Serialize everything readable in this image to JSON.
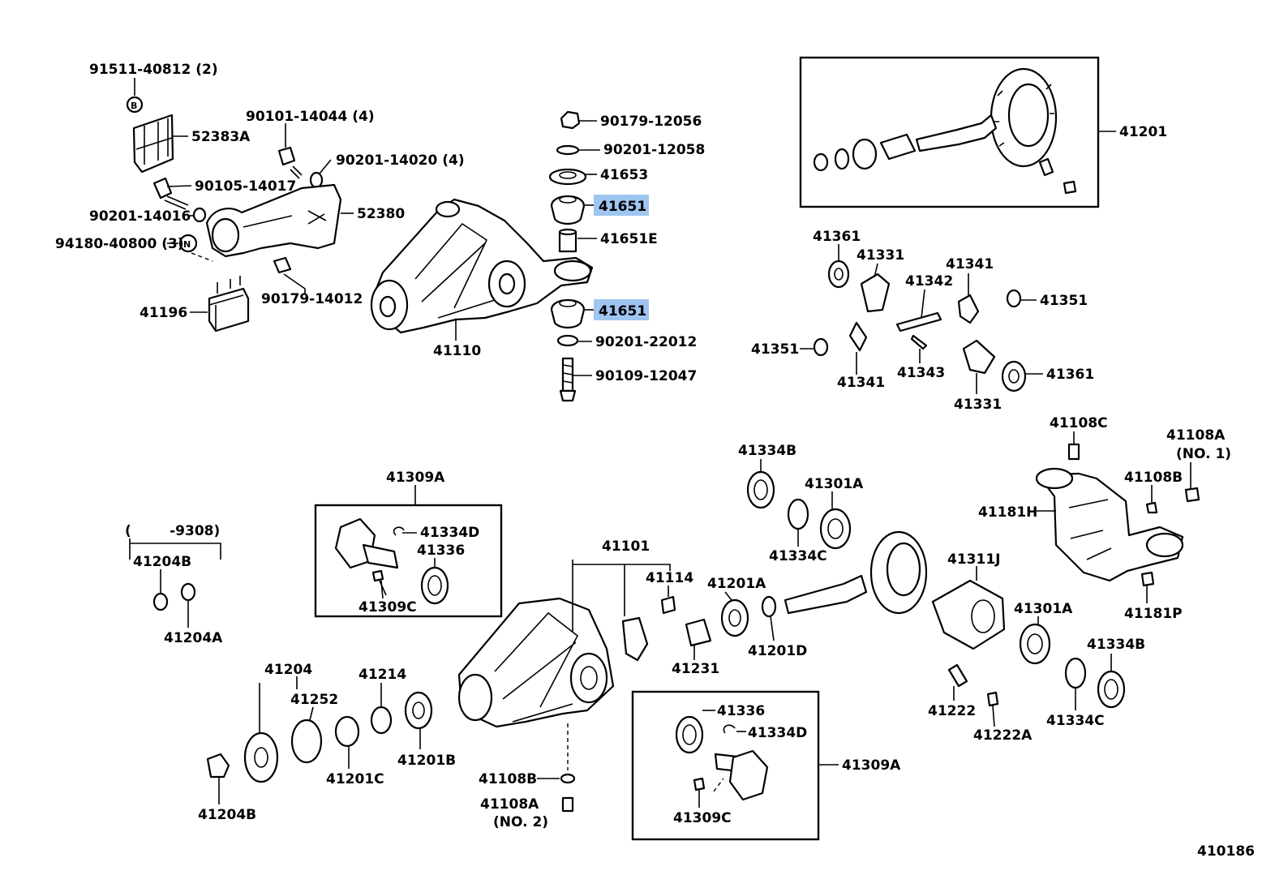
{
  "colors": {
    "highlight": "#9fc5f1",
    "ink": "#000000",
    "background": "#ffffff"
  },
  "diagram_id": "410186",
  "labels": {
    "l91511": "91511-40812 (2)",
    "l52383a": "52383A",
    "l90101": "90101-14044 (4)",
    "l90201_14020": "90201-14020 (4)",
    "l90105": "90105-14017",
    "l90201_14016": "90201-14016",
    "l52380": "52380",
    "l94180": "94180-40800 (3)",
    "l90179_14012": "90179-14012",
    "l41196": "41196",
    "l41110": "41110",
    "l90179_12056": "90179-12056",
    "l90201_12058": "90201-12058",
    "l41653": "41653",
    "l41651_top": "41651",
    "l41651e": "41651E",
    "l41651_bottom": "41651",
    "l90201_22012": "90201-22012",
    "l90109": "90109-12047",
    "l41201": "41201",
    "l41361_a": "41361",
    "l41331_a": "41331",
    "l41342": "41342",
    "l41341_a": "41341",
    "l41351_a": "41351",
    "l41351_b": "41351",
    "l41341_b": "41341",
    "l41343": "41343",
    "l41331_b": "41331",
    "l41361_b": "41361",
    "l41108c": "41108C",
    "l41108a_top": "41108A",
    "l41108a_no1": "(NO. 1)",
    "l41108b_r": "41108B",
    "l41181h": "41181H",
    "l41181p": "41181P",
    "l41334b_a": "41334B",
    "l41301a_a": "41301A",
    "l41334c_a": "41334C",
    "l41309a_a": "41309A",
    "l41334d_a": "41334D",
    "l41336_a": "41336",
    "l41309c_a": "41309C",
    "l9308": "(        -9308)",
    "l41204b_a": "41204B",
    "l41204a": "41204A",
    "l41101": "41101",
    "l41114": "41114",
    "l41201a": "41201A",
    "l41311j": "41311J",
    "l41231": "41231",
    "l41201d": "41201D",
    "l41301a_b": "41301A",
    "l41334b_b": "41334B",
    "l41222": "41222",
    "l41222a": "41222A",
    "l41334c_b": "41334C",
    "l41204": "41204",
    "l41252": "41252",
    "l41214": "41214",
    "l41204b_b": "41204B",
    "l41201c": "41201C",
    "l41201b": "41201B",
    "l41108b_b": "41108B",
    "l41108a_b": "41108A",
    "l41108a_no2": "(NO. 2)",
    "l41336_b": "41336",
    "l41334d_b": "41334D",
    "l41309a_b": "41309A",
    "l41309c_b": "41309C",
    "l410186": "410186"
  }
}
